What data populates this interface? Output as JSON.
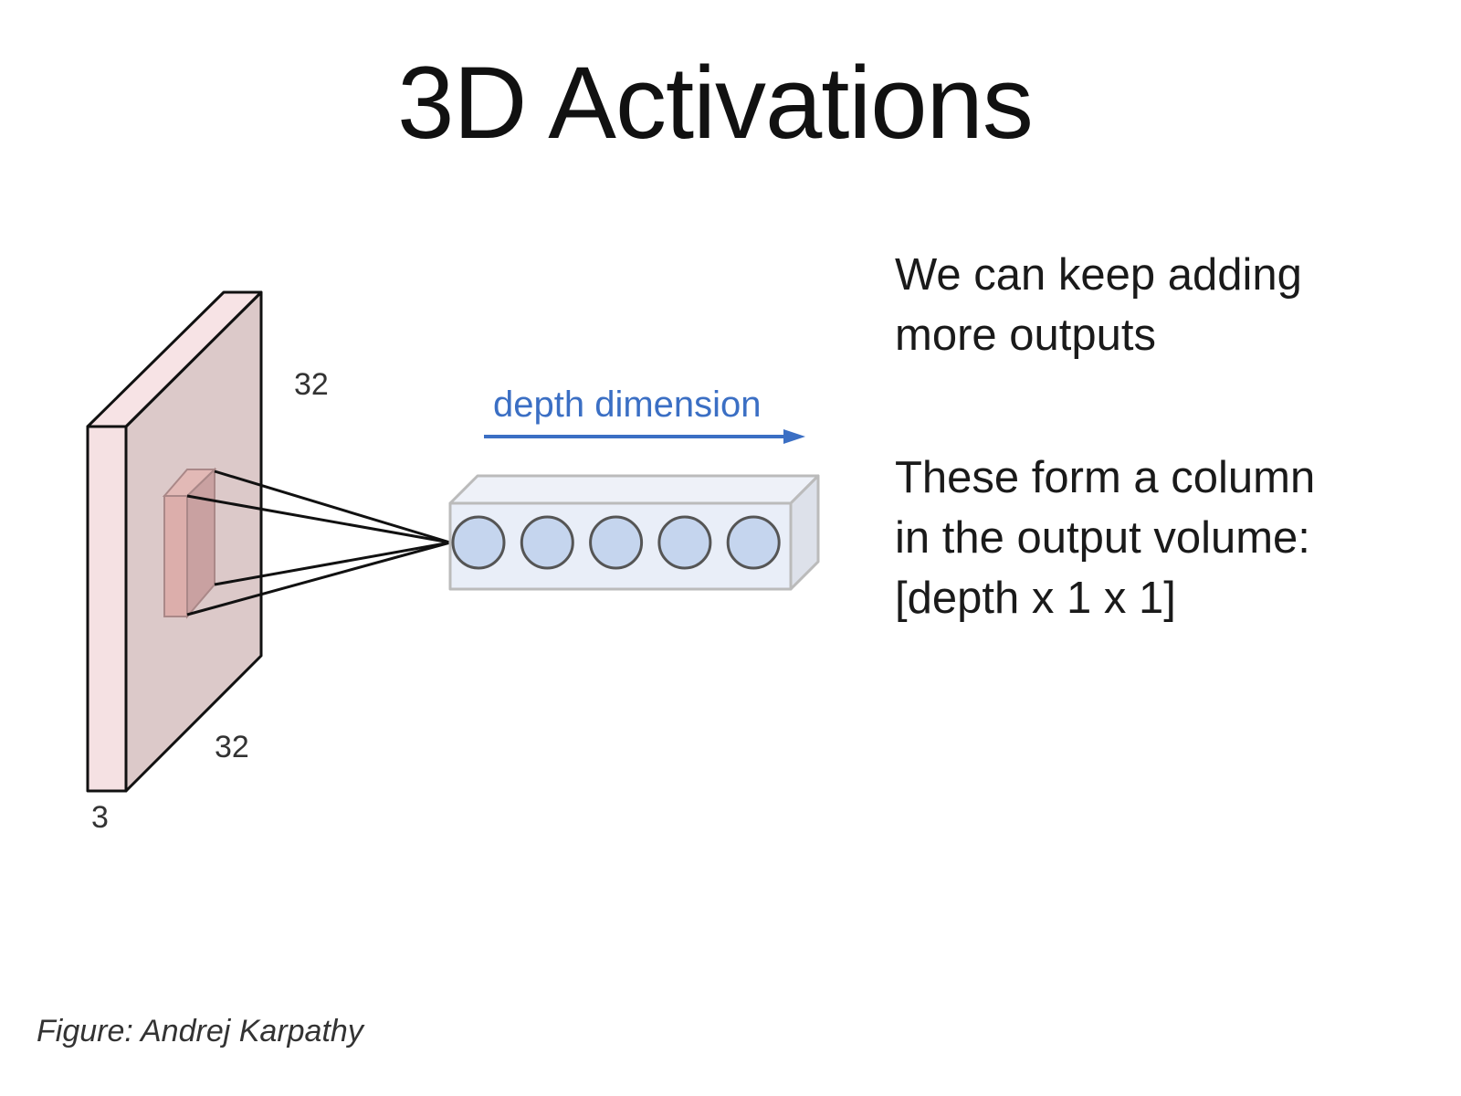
{
  "title": "3D Activations",
  "diagram": {
    "input_volume": {
      "height_label": "32",
      "width_label": "32",
      "depth_label": "3"
    },
    "depth_label": "depth dimension",
    "neuron_count": 5,
    "colors": {
      "volume_front": "#f5e1e3",
      "volume_side": "#dcc9c9",
      "filter": "#d9aaa8",
      "column": "#e9eef8",
      "neuron": "#c5d5ee",
      "arrow": "#3b6fc4"
    }
  },
  "text": {
    "para1": [
      "We can keep adding",
      "more outputs"
    ],
    "para2": [
      "These form a column",
      "in the output volume:",
      "[depth x 1 x 1]"
    ]
  },
  "caption": "Figure: Andrej Karpathy"
}
